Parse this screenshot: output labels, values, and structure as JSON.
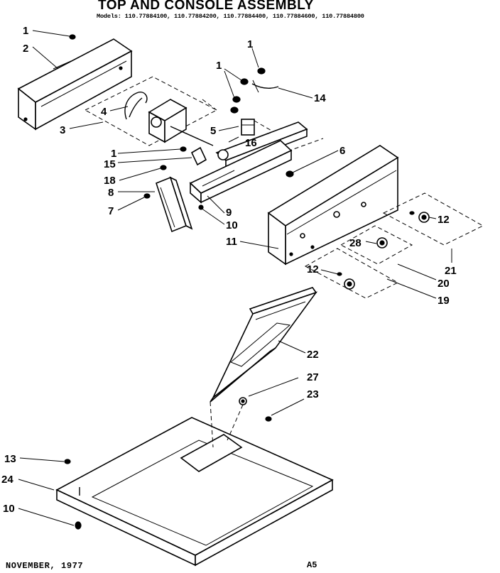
{
  "header": {
    "title": "TOP AND CONSOLE ASSEMBLY",
    "models": "Models: 110.77884100, 110.77884200, 110.77884400, 110.77884600, 110.77884800"
  },
  "callouts": [
    "1",
    "2",
    "3",
    "4",
    "1",
    "1",
    "14",
    "5",
    "16",
    "6",
    "1",
    "15",
    "18",
    "8",
    "7",
    "9",
    "10",
    "11",
    "12",
    "28",
    "12",
    "21",
    "20",
    "19",
    "22",
    "27",
    "23",
    "13",
    "24",
    "10"
  ],
  "footer": {
    "date": "NOVEMBER, 1977",
    "page": "A5"
  }
}
